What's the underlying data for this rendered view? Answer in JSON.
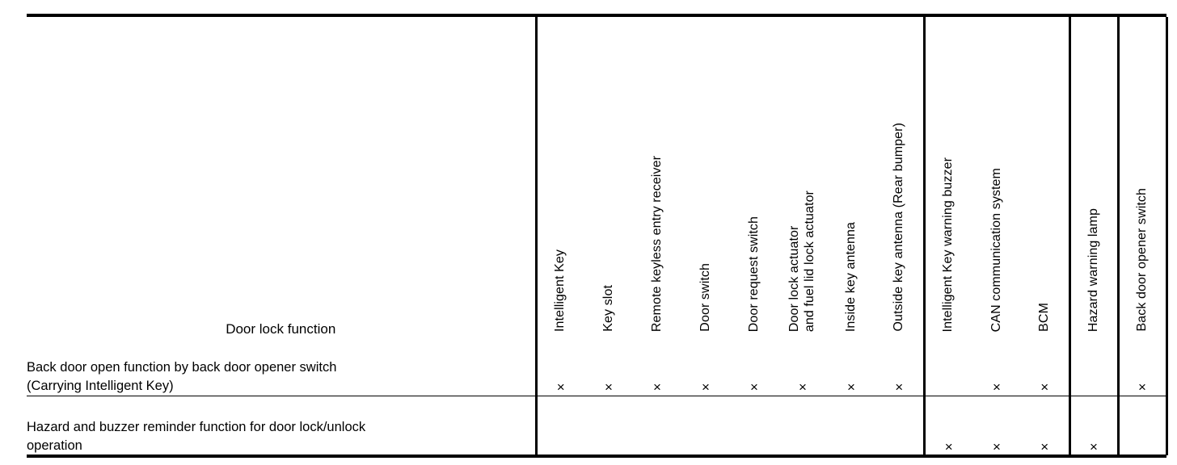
{
  "table": {
    "row_header_label": "Door lock function",
    "columns": [
      {
        "label": "Intelligent Key",
        "group_start": true
      },
      {
        "label": "Key slot",
        "group_start": false
      },
      {
        "label": "Remote keyless entry receiver",
        "group_start": false
      },
      {
        "label": "Door switch",
        "group_start": false
      },
      {
        "label": "Door request switch",
        "group_start": false
      },
      {
        "label": "Door lock actuator\nand fuel lid lock actuator",
        "group_start": false
      },
      {
        "label": "Inside key antenna",
        "group_start": false
      },
      {
        "label": "Outside key antenna (Rear bumper)",
        "group_start": false
      },
      {
        "label": "Intelligent Key warning buzzer",
        "group_start": true
      },
      {
        "label": "CAN communication system",
        "group_start": false
      },
      {
        "label": "BCM",
        "group_start": false
      },
      {
        "label": "Hazard warning lamp",
        "group_start": true
      },
      {
        "label": "Back door opener switch",
        "group_start": true
      }
    ],
    "mark_symbol": "×",
    "rows": [
      {
        "label": "Back door open function by back door opener switch\n(Carrying Intelligent Key)",
        "marks": [
          true,
          true,
          true,
          true,
          true,
          true,
          true,
          true,
          false,
          true,
          true,
          false,
          true
        ]
      },
      {
        "label": "Hazard and buzzer reminder function for door lock/unlock\noperation",
        "marks": [
          false,
          false,
          false,
          false,
          false,
          false,
          false,
          false,
          true,
          true,
          true,
          true,
          false
        ]
      }
    ]
  },
  "style": {
    "rule_color": "#000000",
    "background": "#ffffff",
    "text_color": "#000000"
  }
}
